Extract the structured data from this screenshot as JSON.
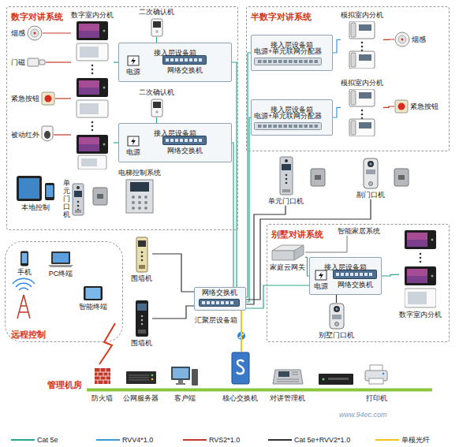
{
  "diagram": {
    "nodes": [
      {
        "text": [
          "数字对讲系统"
        ]
      },
      {
        "text": [
          "烟感"
        ],
        "in": 0
      },
      {
        "text": [
          "门磁"
        ],
        "in": 0
      },
      {
        "text": [
          "紧急按钮"
        ],
        "in": 0
      },
      {
        "text": [
          "被动红外"
        ],
        "in": 0
      },
      {
        "text": [
          "数字室内分机"
        ],
        "in": 0
      },
      {
        "text": [
          "二次确认机"
        ],
        "in": 0
      },
      {
        "text": [
          "接入层设备箱"
        ],
        "in": 0
      },
      {
        "text": [
          "电源"
        ],
        "in": 7
      },
      {
        "text": [
          "网络交换机"
        ],
        "in": 7
      },
      {
        "text": [
          "二次确认机"
        ],
        "in": 0
      },
      {
        "text": [
          "接入层设备箱"
        ],
        "in": 0
      },
      {
        "text": [
          "电源"
        ],
        "in": 11
      },
      {
        "text": [
          "网络交换机"
        ],
        "in": 11
      },
      {
        "text": [
          "本地控制"
        ],
        "in": 0
      },
      {
        "text": [
          "单元门口机"
        ],
        "in": 0
      },
      {
        "text": [
          "电梯控制系统"
        ],
        "in": 0
      },
      {
        "text": [
          "半数字对讲系统"
        ]
      },
      {
        "text": [
          "模拟室内分机"
        ],
        "in": 17
      },
      {
        "text": [
          "接入层设备箱"
        ],
        "in": 17
      },
      {
        "text": [
          "电源+单元联网分配器"
        ],
        "in": 19
      },
      {
        "text": [
          "烟感"
        ],
        "in": 17
      },
      {
        "text": [
          "模拟室内分机"
        ],
        "in": 17
      },
      {
        "text": [
          "紧急按钮"
        ],
        "in": 17
      },
      {
        "text": [
          "接入层设备箱"
        ],
        "in": 17
      },
      {
        "text": [
          "电源+单元联网分配器"
        ],
        "in": 24
      },
      {
        "text": [
          "单元门口机"
        ]
      },
      {
        "text": [
          "副门口机"
        ]
      },
      {
        "text": [
          "围墙机"
        ]
      },
      {
        "text": [
          "围墙机"
        ]
      },
      {
        "text": [
          "汇聚层设备箱"
        ]
      },
      {
        "text": [
          "网络交换机"
        ],
        "in": 30
      },
      {
        "text": [
          "别墅对讲系统"
        ]
      },
      {
        "text": [
          "智能家居系统"
        ],
        "in": 32
      },
      {
        "text": [
          "家庭云网关"
        ],
        "in": 32
      },
      {
        "text": [
          "接入层设备箱"
        ],
        "in": 32
      },
      {
        "text": [
          "电源"
        ],
        "in": 35
      },
      {
        "text": [
          "网络交换机"
        ],
        "in": 35
      },
      {
        "text": [
          "别墅门口机"
        ],
        "in": 32
      },
      {
        "text": [
          "数字室内分机"
        ],
        "in": 32
      },
      {
        "text": [
          "远程控制"
        ]
      },
      {
        "text": [
          "手机"
        ],
        "in": 40
      },
      {
        "text": [
          "PC终端"
        ],
        "in": 40
      },
      {
        "text": [
          "智能终端"
        ],
        "in": 40
      },
      {
        "text": [
          "管理机房"
        ]
      },
      {
        "text": [
          "防火墙"
        ],
        "in": 44
      },
      {
        "text": [
          "公网服务器"
        ],
        "in": 44
      },
      {
        "text": [
          "客户端"
        ],
        "in": 44
      },
      {
        "text": [
          "核心交换机"
        ],
        "in": 44
      },
      {
        "text": [
          "对讲管理机"
        ],
        "in": 44
      },
      {
        "text": [
          "打印机"
        ],
        "in": 44
      }
    ],
    "edges": [
      {
        "from": 1,
        "to": 5,
        "arrow": "none"
      },
      {
        "from": 2,
        "to": 5,
        "arrow": "none"
      },
      {
        "from": 3,
        "to": 5,
        "arrow": "none"
      },
      {
        "from": 4,
        "to": 5,
        "arrow": "none"
      },
      {
        "from": 5,
        "to": 7,
        "arrow": "none"
      },
      {
        "from": 6,
        "to": 7,
        "arrow": "none"
      },
      {
        "from": 5,
        "to": 11,
        "arrow": "none"
      },
      {
        "from": 10,
        "to": 11,
        "arrow": "none"
      },
      {
        "from": 7,
        "to": 30,
        "arrow": "none"
      },
      {
        "from": 11,
        "to": 30,
        "arrow": "none"
      },
      {
        "from": 18,
        "to": 19,
        "arrow": "none"
      },
      {
        "from": 21,
        "to": 18,
        "arrow": "none"
      },
      {
        "from": 22,
        "to": 24,
        "arrow": "none"
      },
      {
        "from": 23,
        "to": 22,
        "arrow": "none"
      },
      {
        "from": 19,
        "to": 30,
        "arrow": "none"
      },
      {
        "from": 24,
        "to": 30,
        "arrow": "none"
      },
      {
        "from": 26,
        "to": 30,
        "arrow": "none"
      },
      {
        "from": 27,
        "to": 30,
        "arrow": "none"
      },
      {
        "from": 28,
        "to": 30,
        "arrow": "none"
      },
      {
        "from": 29,
        "to": 30,
        "arrow": "none"
      },
      {
        "from": 33,
        "to": 34,
        "arrow": "none"
      },
      {
        "from": 34,
        "to": 35,
        "arrow": "none"
      },
      {
        "from": 38,
        "to": 35,
        "arrow": "none"
      },
      {
        "from": 39,
        "to": 35,
        "arrow": "none"
      },
      {
        "from": 35,
        "to": 30,
        "arrow": "none"
      },
      {
        "from": 30,
        "to": 48,
        "arrow": "none"
      }
    ],
    "labels": [
      "www.94ec.com"
    ],
    "legend": [
      {
        "text": "Cat 5e"
      },
      {
        "text": "RVV4*1.0"
      },
      {
        "text": "RVS2*1.0"
      },
      {
        "text": "Cat 5e+RVV2*1.0"
      },
      {
        "text": "单模光纤"
      }
    ]
  }
}
